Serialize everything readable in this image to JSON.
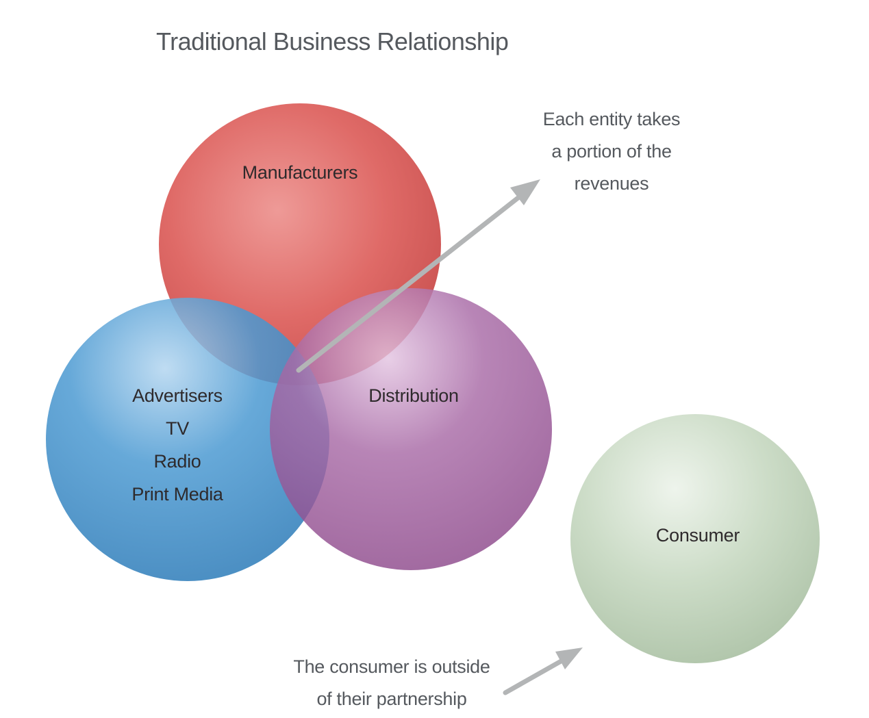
{
  "title": "Traditional Business Relationship",
  "circles": {
    "manufacturers": {
      "label": "Manufacturers",
      "color": "#d9605f"
    },
    "advertisers": {
      "lines": [
        "Advertisers",
        "TV",
        "Radio",
        "Print Media"
      ],
      "color": "#3b8cc8"
    },
    "distribution": {
      "label": "Distribution",
      "color": "#9a5898"
    },
    "consumer": {
      "label": "Consumer",
      "color": "#c3d4be"
    }
  },
  "annotations": {
    "revenue_note": {
      "lines": [
        "Each entity takes",
        "a portion of the",
        "revenues"
      ]
    },
    "consumer_note": {
      "lines": [
        "The consumer is outside",
        "of their partnership"
      ]
    }
  },
  "arrow_color": "#b3b5b6"
}
